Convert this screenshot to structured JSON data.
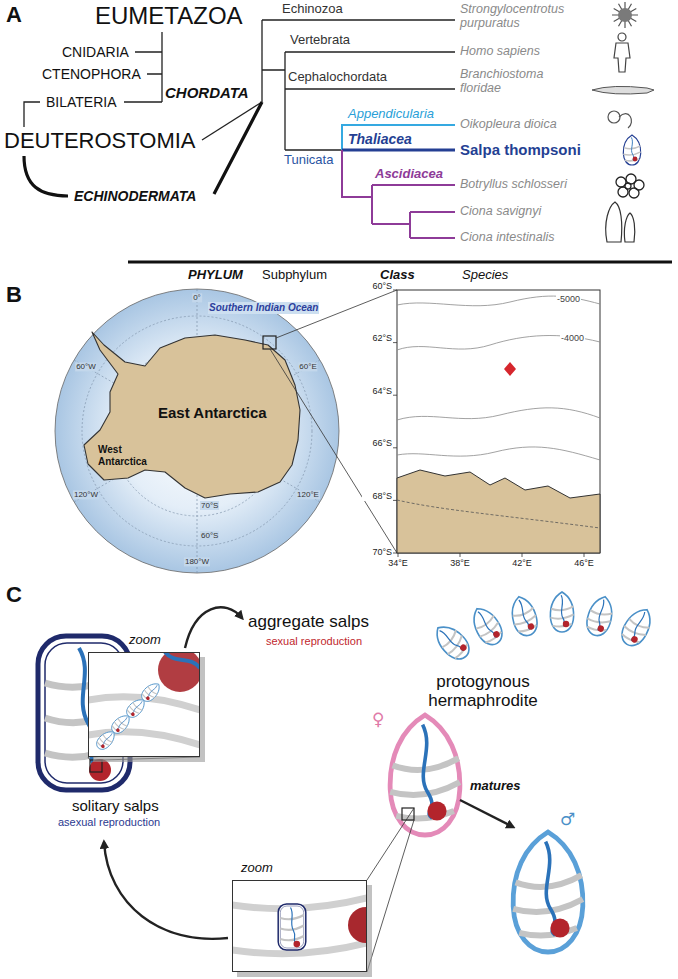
{
  "diagram": {
    "nodes": [
      {
        "text": [
          "zoom"
        ]
      },
      {
        "text": [
          "zoom"
        ]
      }
    ],
    "labels": [
      "A",
      "EUMETAZOA",
      "CNIDARIA",
      "CTENOPHORA",
      "BILATERIA",
      "DEUTEROSTOMIA",
      "ECHINODERMATA",
      "CHORDATA",
      "Echinozoa",
      "Vertebrata",
      "Cephalochordata",
      "Tunicata",
      "Appendicularia",
      "Thaliacea",
      "Ascidiacea",
      "Strongylocentrotus purpuratus",
      "Homo sapiens",
      "Branchiostoma floridae",
      "Oikopleura dioica",
      "Salpa thompsoni",
      "Botryllus schlosseri",
      "Ciona savignyi",
      "Ciona intestinalis",
      "PHYLUM",
      "Subphylum",
      "Class",
      "Species",
      "B",
      "0°",
      "60°E",
      "120°E",
      "180°W",
      "120°W",
      "60°W",
      "Southern Indian Ocean",
      "East Antarctica",
      "West Antarctica",
      "70°S",
      "60°S",
      "60°S",
      "62°S",
      "64°S",
      "66°S",
      "68°S",
      "70°S",
      "34°E",
      "38°E",
      "42°E",
      "46°E",
      "-5000",
      "-4000",
      "C",
      "aggregate salps",
      "sexual reproduction",
      "protogynous hermaphrodite",
      "solitary salps",
      "asexual reproduction",
      "♀",
      "♂",
      "matures"
    ]
  }
}
